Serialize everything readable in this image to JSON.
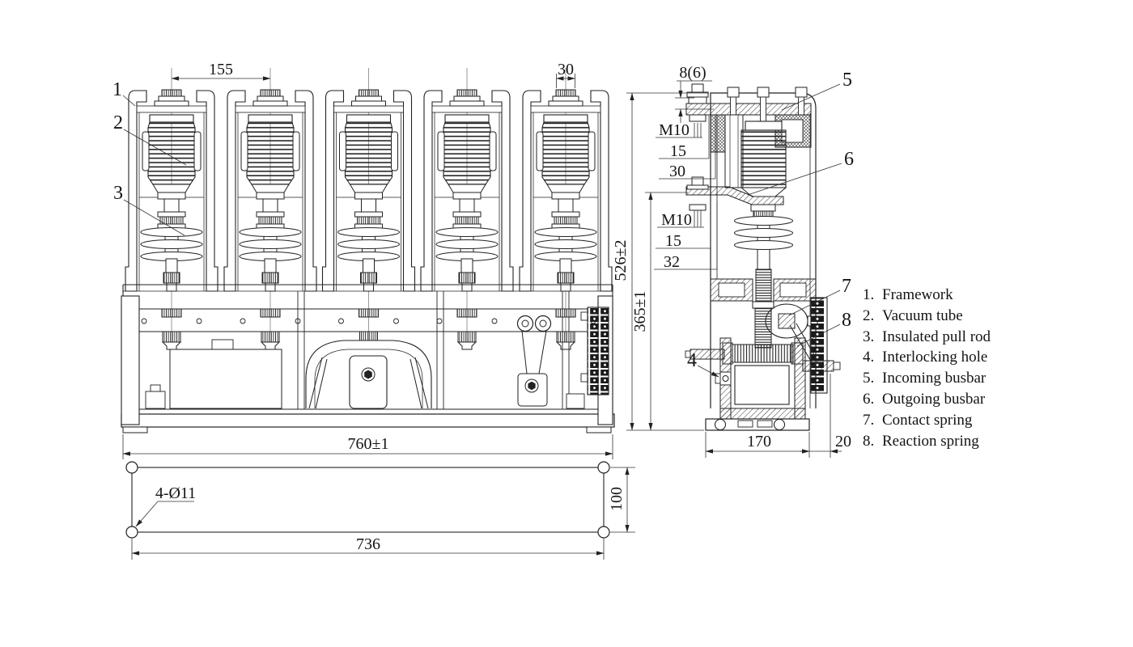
{
  "colors": {
    "ink": "#1f1f1f",
    "paper": "#ffffff"
  },
  "front_view": {
    "dim_pole_pitch": "155",
    "dim_terminal_width": "30",
    "dim_body_width": "760±1",
    "callout_1": "1",
    "callout_2": "2",
    "callout_3": "3"
  },
  "footprint": {
    "dim_hole_span": "736",
    "dim_hole_offset": "100",
    "dim_holes": "4-Ø11"
  },
  "side_view": {
    "dim_busbar_thickness": "8(6)",
    "dim_upper_thread": "M10",
    "dim_upper_15": "15",
    "dim_upper_30": "30",
    "dim_lower_thread": "M10",
    "dim_lower_15": "15",
    "dim_lower_32": "32",
    "dim_height_overall": "526±2",
    "dim_height_mech": "365±1",
    "dim_base_depth": "170",
    "dim_terminal_overhang": "20",
    "callout_4": "4",
    "callout_5": "5",
    "callout_6": "6",
    "callout_7": "7",
    "callout_8": "8"
  },
  "parts_list": {
    "items": [
      {
        "num": "1.",
        "label": "Framework"
      },
      {
        "num": "2.",
        "label": "Vacuum tube"
      },
      {
        "num": "3.",
        "label": "Insulated pull rod"
      },
      {
        "num": "4.",
        "label": "Interlocking hole"
      },
      {
        "num": "5.",
        "label": "Incoming busbar"
      },
      {
        "num": "6.",
        "label": "Outgoing busbar"
      },
      {
        "num": "7.",
        "label": "Contact spring"
      },
      {
        "num": "8.",
        "label": "Reaction spring"
      }
    ]
  }
}
